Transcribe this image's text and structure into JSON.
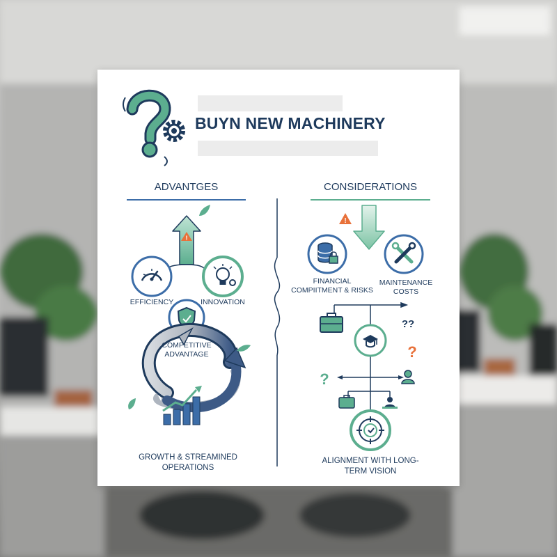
{
  "poster": {
    "title": "BUYN NEW MACHINERY",
    "advantages": {
      "heading": "ADVANTGES",
      "efficiency": "EFFICIENCY",
      "innovation": "INNOVATION",
      "competitive_advantage": "COMPETITIVE ADVANTAGE",
      "growth": "GROWTH & STREAMINED OPERATIONS"
    },
    "considerations": {
      "heading": "CONSIDERATIONS",
      "financial": "FINANCIAL COMPIITMENT & RISKS",
      "maintenance": "MAINTENANCE COSTS",
      "alignment": "ALIGNMENT WITH LONG-TERM VISION",
      "question_marks_pair": "??",
      "question_mark": "?"
    }
  },
  "colors": {
    "navy": "#1e3a5c",
    "green": "#5cae8f",
    "light_green": "#8fcfb2",
    "orange": "#e8713a",
    "blue": "#3c6da8",
    "gray_bar": "#ececec"
  }
}
